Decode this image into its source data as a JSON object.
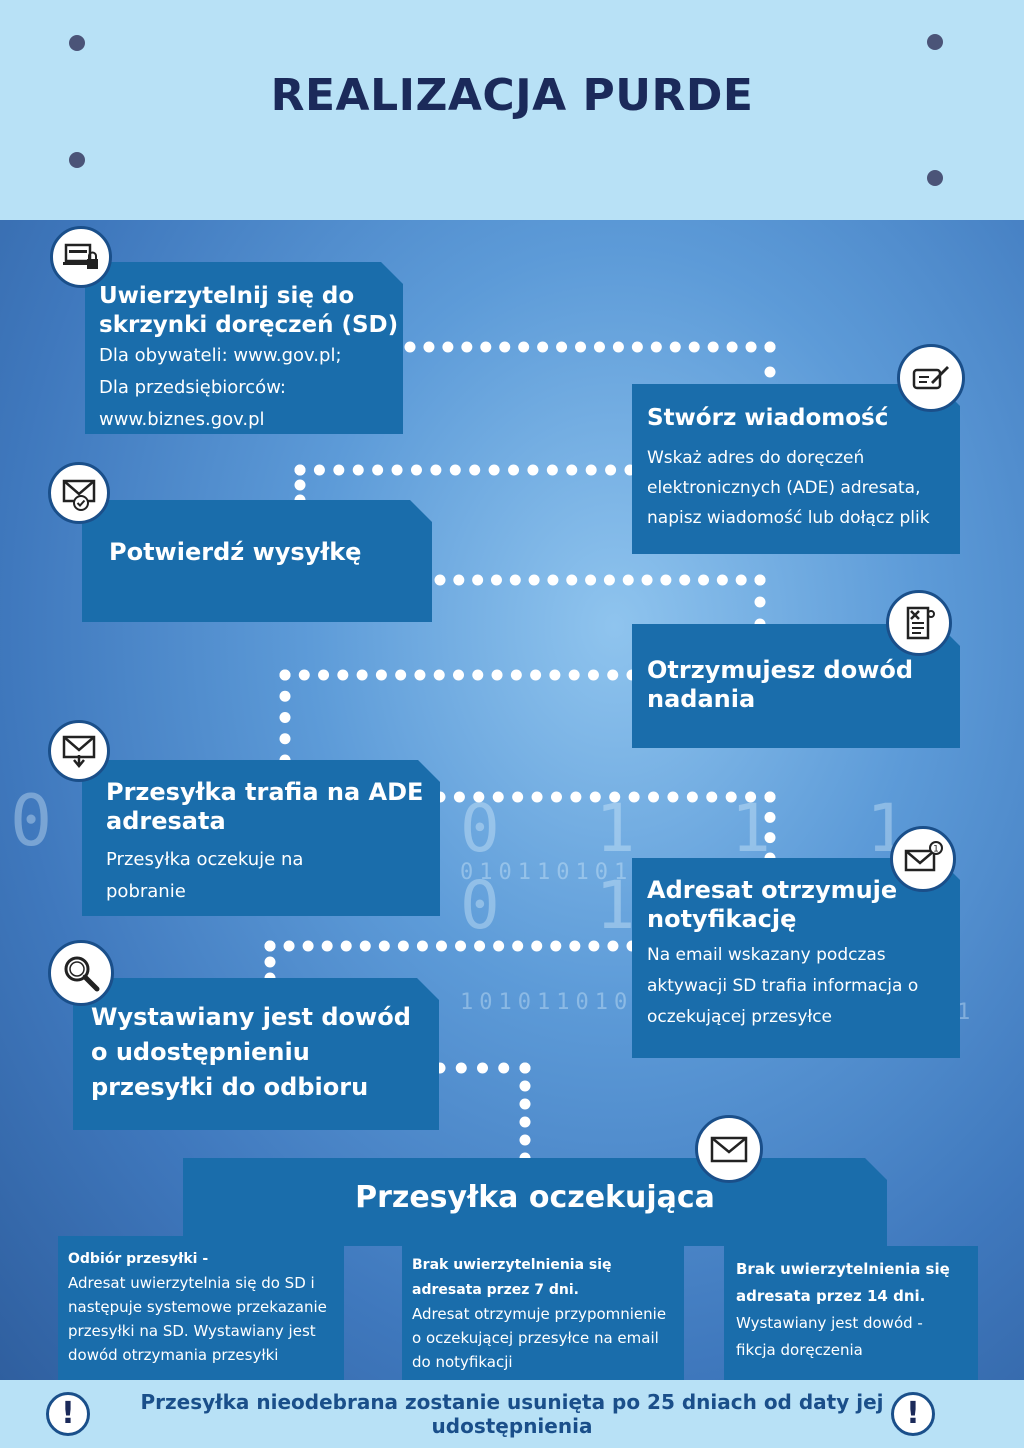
{
  "header": {
    "title": "REALIZACJA PURDE"
  },
  "steps": [
    {
      "title": "Uwierzytelnij się do skrzynki doręczeń (SD)",
      "desc": [
        "Dla obywateli: www.gov.pl;",
        "Dla przedsiębiorców:",
        "www.biznes.gov.pl"
      ],
      "icon": "laptop-lock-icon"
    },
    {
      "title": "Stwórz wiadomość",
      "desc": "Wskaż adres do doręczeń elektronicznych (ADE) adresata, napisz wiadomość lub dołącz plik",
      "icon": "pencil-message-icon"
    },
    {
      "title": "Potwierdź wysyłkę",
      "icon": "envelope-check-icon"
    },
    {
      "title": "Otrzymujesz dowód nadania",
      "icon": "receipt-icon"
    },
    {
      "title": "Przesyłka trafia na ADE adresata",
      "desc": "Przesyłka oczekuje na pobranie",
      "icon": "envelope-download-icon"
    },
    {
      "title": "Adresat otrzymuje notyfikację",
      "desc": "Na email wskazany podczas aktywacji SD trafia informacja o oczekującej przesyłce",
      "icon": "envelope-notification-icon"
    },
    {
      "title": "Wystawiany jest dowód o udostępnieniu przesyłki do odbioru",
      "icon": "magnifier-icon"
    }
  ],
  "pending": {
    "title": "Przesyłka oczekująca",
    "icon": "envelope-icon",
    "cases": [
      {
        "heading": "Odbiór przesyłki -",
        "text": "Adresat uwierzytelnia się do SD i następuje systemowe przekazanie przesyłki na SD. Wystawiany jest dowód otrzymania przesyłki"
      },
      {
        "heading": "Brak uwierzytelnienia się adresata przez 7 dni.",
        "text": "Adresat otrzymuje przypomnienie o oczekującej przesyłce na email do notyfikacji"
      },
      {
        "heading": "Brak uwierzytelnienia się adresata przez 14 dni.",
        "text": "Wystawiany jest dowód - fikcja doręczenia"
      }
    ]
  },
  "footer": {
    "text": "Przesyłka nieodebrana zostanie usunięta po 25 dniach od daty jej udostępnienia",
    "icon": "exclamation-icon"
  },
  "colors": {
    "header_bg": "#b8e1f6",
    "title": "#1b2a5a",
    "box": "#1a6dab",
    "footer_text": "#1a4f8a"
  }
}
